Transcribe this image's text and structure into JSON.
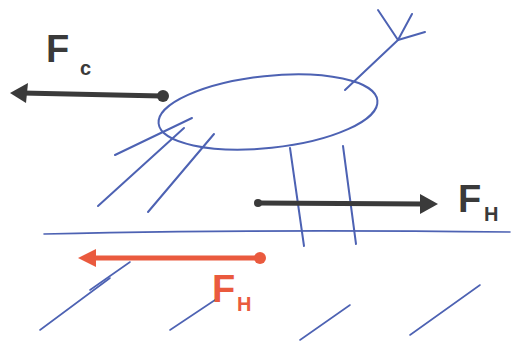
{
  "diagram": {
    "labels": [
      "F",
      "c",
      "F",
      "H",
      "F",
      "H"
    ]
  }
}
